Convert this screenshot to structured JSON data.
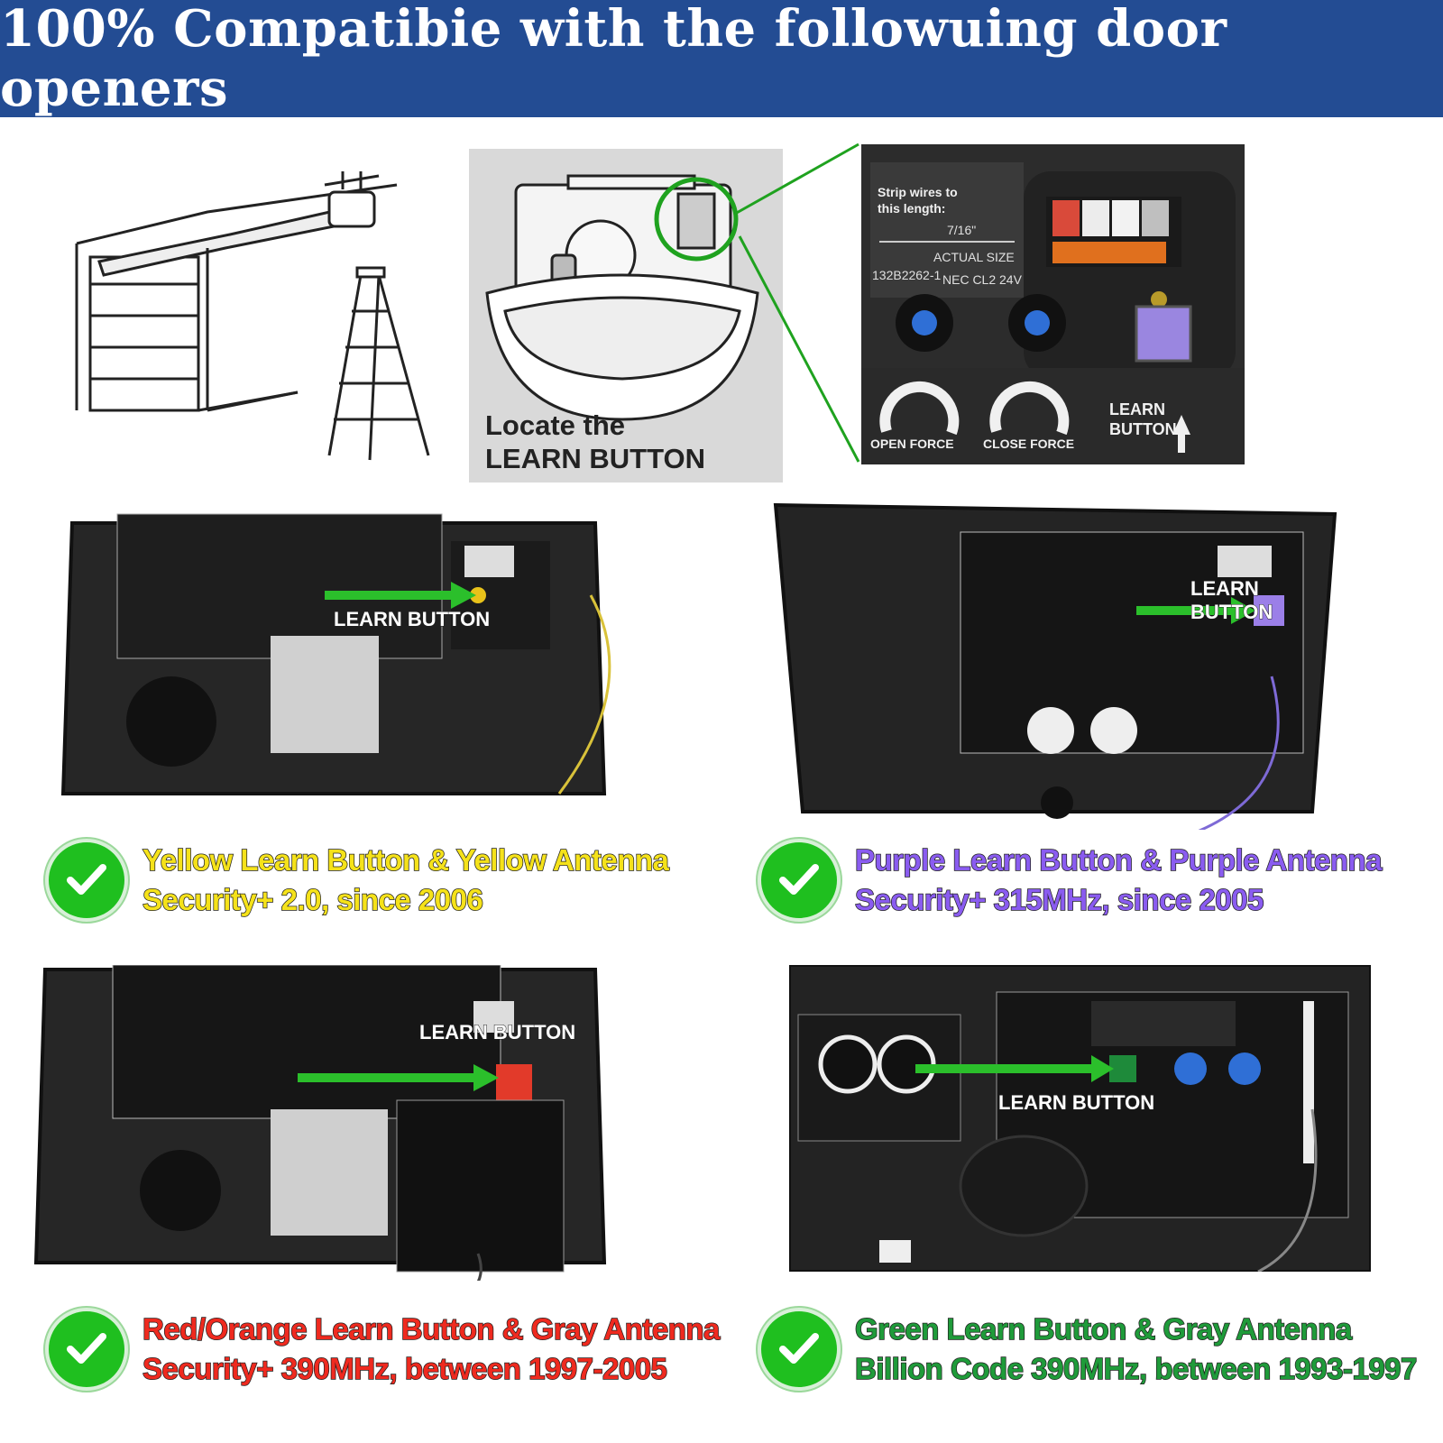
{
  "header": {
    "title": "100% Compatibie with the followuing door openers"
  },
  "illustration": {
    "locate_line1": "Locate the",
    "locate_line2": "LEARN BUTTON"
  },
  "closeup": {
    "strip_line1": "Strip wires to",
    "strip_line2": "this length:",
    "measure": "7/16\"",
    "actual_size": "ACTUAL SIZE",
    "part_no": "132B2262-1",
    "nec": "NEC CL2 24V",
    "open_force": "OPEN FORCE",
    "close_force": "CLOSE FORCE",
    "learn_line1": "LEARN",
    "learn_line2": "BUTTON"
  },
  "learn_button_label": "LEARN BUTTON",
  "models": [
    {
      "line1": "Yellow Learn Button & Yellow Antenna",
      "line2": "Security+ 2.0, since 2006",
      "color": "#f5e21a",
      "button_color": "#e8c21a"
    },
    {
      "line1": "Purple Learn Button & Purple Antenna",
      "line2": "Security+ 315MHz, since 2005",
      "color": "#8a5cf0",
      "button_color": "#9b7fe8"
    },
    {
      "line1": "Red/Orange Learn Button & Gray Antenna",
      "line2": "Security+ 390MHz, between 1997-2005",
      "color": "#ef2a1f",
      "button_color": "#e23a2a"
    },
    {
      "line1": "Green Learn Button & Gray Antenna",
      "line2": "Billion Code 390MHz, between 1993-1997",
      "color": "#1f9b3a",
      "button_color": "#1e8a3a"
    }
  ],
  "colors": {
    "banner": "#234c93",
    "arrow": "#2bbf2b",
    "check": "#1fbf1f"
  }
}
